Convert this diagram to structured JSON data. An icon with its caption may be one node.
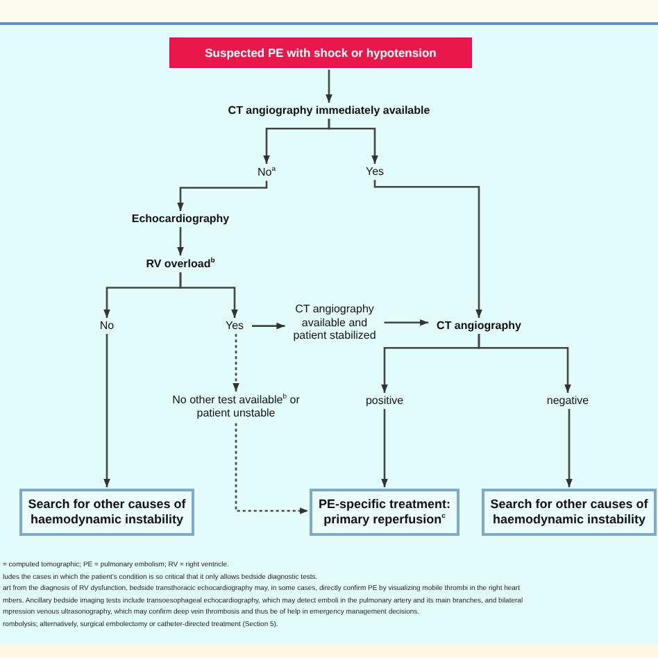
{
  "diagram": {
    "nodes": [
      {
        "text": [
          "Suspected PE with shock or hypotension"
        ]
      },
      {
        "text": [
          "CT angiography immediately available"
        ]
      },
      {
        "text": [
          "No$^{a}$"
        ]
      },
      {
        "text": [
          "Yes"
        ]
      },
      {
        "text": [
          "Echocardiography"
        ]
      },
      {
        "text": [
          "RV overload$^{b}$"
        ]
      },
      {
        "text": [
          "No"
        ]
      },
      {
        "text": [
          "Yes"
        ]
      },
      {
        "text": [
          "CT angiography available and patient stabilized"
        ]
      },
      {
        "text": [
          "CT angiography"
        ]
      },
      {
        "text": [
          "No other test available$^{b}$ or patient unstable"
        ]
      },
      {
        "text": [
          "positive"
        ]
      },
      {
        "text": [
          "negative"
        ]
      },
      {
        "text": [
          "Search for other causes of haemodynamic instability"
        ]
      },
      {
        "text": [
          "PE-specific treatment: primary reperfusion$^{c}$"
        ]
      },
      {
        "text": [
          "Search for other causes of haemodynamic instability"
        ]
      }
    ],
    "edges": [
      {
        "from": 0,
        "to": 1,
        "arrow": "to"
      },
      {
        "from": 1,
        "to": 2,
        "arrow": "to"
      },
      {
        "from": 1,
        "to": 3,
        "arrow": "to"
      },
      {
        "from": 2,
        "to": 4,
        "arrow": "to"
      },
      {
        "from": 3,
        "to": 9,
        "arrow": "to"
      },
      {
        "from": 4,
        "to": 5,
        "arrow": "to"
      },
      {
        "from": 5,
        "to": 6,
        "arrow": "to"
      },
      {
        "from": 5,
        "to": 7,
        "arrow": "to"
      },
      {
        "from": 7,
        "to": 8,
        "arrow": "to"
      },
      {
        "from": 8,
        "to": 9,
        "arrow": "to"
      },
      {
        "from": 7,
        "to": 10,
        "arrow": "to",
        "style": "dashed"
      },
      {
        "from": 10,
        "to": 14,
        "arrow": "to",
        "style": "dashed"
      },
      {
        "from": 6,
        "to": 13,
        "arrow": "to"
      },
      {
        "from": 9,
        "to": 11,
        "arrow": "to"
      },
      {
        "from": 9,
        "to": 12,
        "arrow": "to"
      },
      {
        "from": 11,
        "to": 14,
        "arrow": "to"
      },
      {
        "from": 12,
        "to": 15,
        "arrow": "to"
      }
    ],
    "labels": [
      "= computed tomographic; PE = pulmonary embolism; RV = right ventricle.",
      "ludes the cases in which the patient's condition is so critical that it only allows bedside diagnostic tests.",
      "art from the diagnosis of RV dysfunction, bedside transthoracic echocardiography may, in some cases, directly confirm PE by visualizing mobile thrombi in the right heart",
      "mbers. Ancillary bedside imaging tests include transoesophageal echocardiography, which may detect emboli in the pulmonary artery and its main branches, and bilateral",
      "mpression venous ultrasonography, which may confirm deep vein thrombosis and thus be of help in emergency management decisions.",
      "rombolysis; alternatively, surgical embolectomy or catheter-directed treatment (Section 5)."
    ]
  }
}
